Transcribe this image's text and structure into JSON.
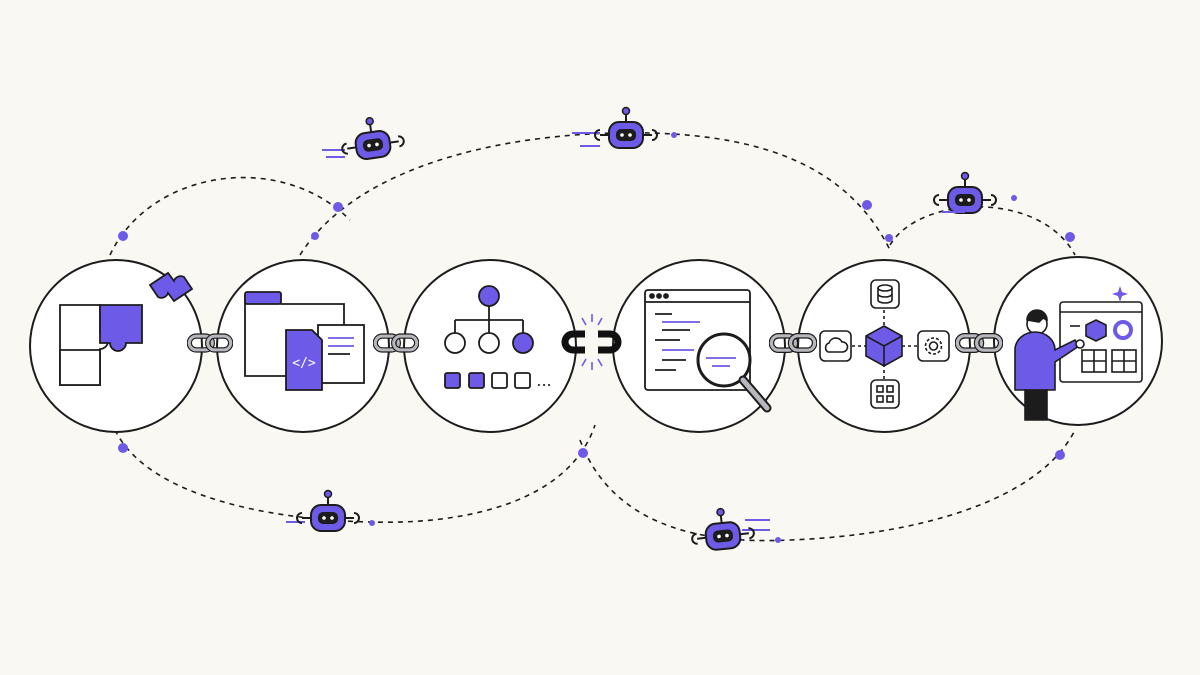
{
  "colors": {
    "background": "#faf8f2",
    "ink": "#1c1c1c",
    "accent": "#6d5ae6",
    "accent_light": "#d9d3f7",
    "link_gray": "#b7b7bd",
    "broken_link": "#111111"
  },
  "stages": [
    {
      "id": "puzzle",
      "icon": "puzzle-pieces-icon"
    },
    {
      "id": "files",
      "icon": "folder-code-file-icon",
      "code_glyph": "</>"
    },
    {
      "id": "hierarchy",
      "icon": "tree-hierarchy-icon",
      "ellipsis": "..."
    },
    {
      "id": "inspect",
      "icon": "code-window-magnifier-icon"
    },
    {
      "id": "services",
      "icon": "cube-service-hub-icon"
    },
    {
      "id": "presenter",
      "icon": "person-presenting-dashboard-icon"
    }
  ],
  "links": [
    {
      "between": "puzzle-files",
      "state": "intact",
      "icon": "chain-link-icon"
    },
    {
      "between": "files-hierarchy",
      "state": "intact",
      "icon": "chain-link-icon"
    },
    {
      "between": "hierarchy-inspect",
      "state": "broken",
      "icon": "broken-chain-link-icon"
    },
    {
      "between": "inspect-services",
      "state": "intact",
      "icon": "chain-link-icon"
    },
    {
      "between": "services-presenter",
      "state": "intact",
      "icon": "chain-link-icon"
    }
  ],
  "robots": [
    {
      "id": "robot-1",
      "icon": "robot-drone-icon"
    },
    {
      "id": "robot-2",
      "icon": "robot-drone-icon"
    },
    {
      "id": "robot-3",
      "icon": "robot-drone-icon"
    },
    {
      "id": "robot-4",
      "icon": "robot-drone-icon"
    },
    {
      "id": "robot-5",
      "icon": "robot-drone-icon"
    }
  ]
}
